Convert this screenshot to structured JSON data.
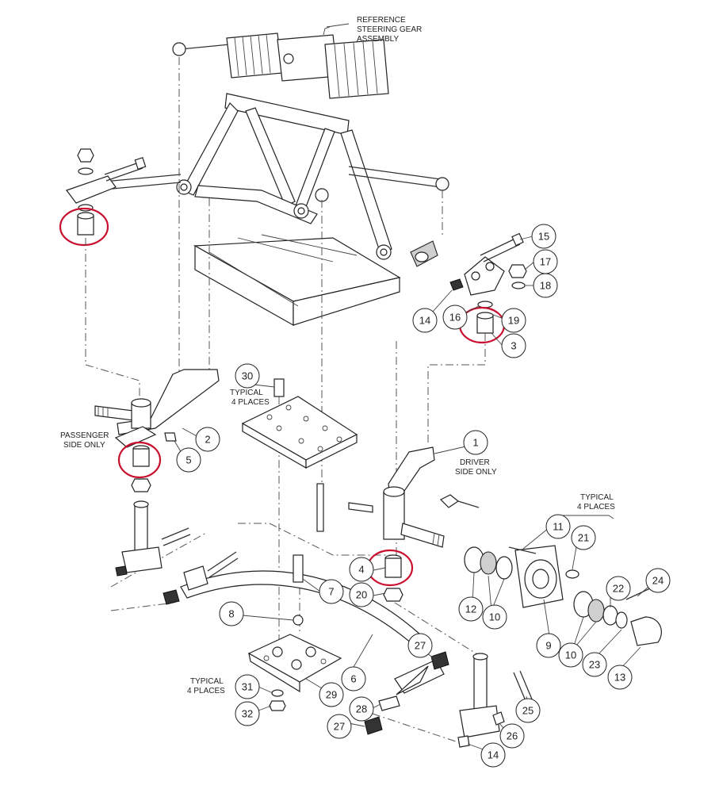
{
  "labels": {
    "reference": [
      "REFERENCE",
      "STEERING GEAR",
      "ASSEMBLY"
    ],
    "typical_top": [
      "TYPICAL",
      "4 PLACES"
    ],
    "passenger": [
      "PASSENGER",
      "SIDE ONLY"
    ],
    "driver": [
      "DRIVER",
      "SIDE ONLY"
    ],
    "typical_hub": [
      "TYPICAL",
      "4 PLACES"
    ],
    "typical_bottom": [
      "TYPICAL",
      "4 PLACES"
    ]
  },
  "callouts": [
    {
      "id": "c15",
      "num": "15"
    },
    {
      "id": "c17",
      "num": "17"
    },
    {
      "id": "c18",
      "num": "18"
    },
    {
      "id": "c14a",
      "num": "14"
    },
    {
      "id": "c16",
      "num": "16"
    },
    {
      "id": "c19",
      "num": "19"
    },
    {
      "id": "c3",
      "num": "3"
    },
    {
      "id": "c30",
      "num": "30"
    },
    {
      "id": "c2",
      "num": "2"
    },
    {
      "id": "c5",
      "num": "5"
    },
    {
      "id": "c1",
      "num": "1"
    },
    {
      "id": "c11",
      "num": "11"
    },
    {
      "id": "c21",
      "num": "21"
    },
    {
      "id": "c4",
      "num": "4"
    },
    {
      "id": "c7",
      "num": "7"
    },
    {
      "id": "c20",
      "num": "20"
    },
    {
      "id": "c12",
      "num": "12"
    },
    {
      "id": "c10a",
      "num": "10"
    },
    {
      "id": "c22",
      "num": "22"
    },
    {
      "id": "c24",
      "num": "24"
    },
    {
      "id": "c8",
      "num": "8"
    },
    {
      "id": "c9",
      "num": "9"
    },
    {
      "id": "c10b",
      "num": "10"
    },
    {
      "id": "c23",
      "num": "23"
    },
    {
      "id": "c13",
      "num": "13"
    },
    {
      "id": "c27a",
      "num": "27"
    },
    {
      "id": "c6",
      "num": "6"
    },
    {
      "id": "c31",
      "num": "31"
    },
    {
      "id": "c29",
      "num": "29"
    },
    {
      "id": "c32",
      "num": "32"
    },
    {
      "id": "c28",
      "num": "28"
    },
    {
      "id": "c25",
      "num": "25"
    },
    {
      "id": "c27b",
      "num": "27"
    },
    {
      "id": "c26",
      "num": "26"
    },
    {
      "id": "c14b",
      "num": "14"
    }
  ]
}
